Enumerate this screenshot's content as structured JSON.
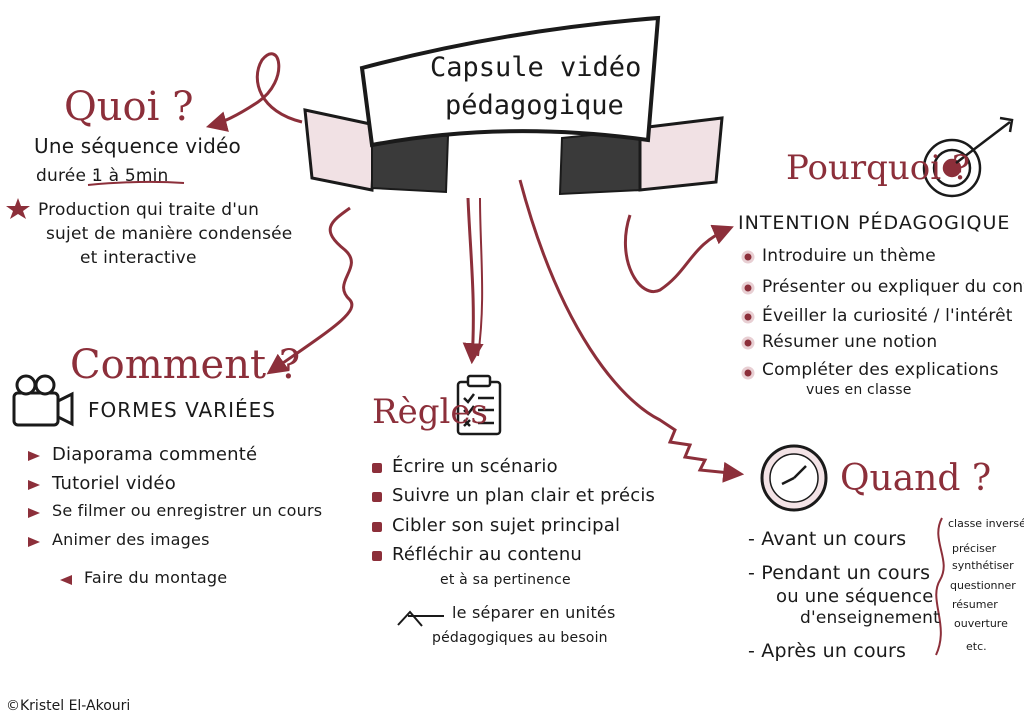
{
  "title": {
    "line1": "Capsule vidéo",
    "line2": "pédagogique"
  },
  "quoi": {
    "heading": "Quoi ?",
    "l1": "Une séquence vidéo",
    "duree_label": "durée :",
    "duree_value": "1 à 5min",
    "production": [
      "Production qui traite d'un",
      "sujet de manière condensée",
      "et interactive"
    ]
  },
  "comment": {
    "heading": "Comment ?",
    "subheading": "FORMES VARIÉES",
    "items": [
      "Diaporama commenté",
      "Tutoriel vidéo",
      "Se filmer ou enregistrer un cours",
      "Animer des images"
    ],
    "subitem": "Faire du montage"
  },
  "regles": {
    "heading": "Règles",
    "items": [
      "Écrire un scénario",
      "Suivre un plan clair et précis",
      "Cibler son sujet principal",
      "Réfléchir au contenu"
    ],
    "item4_cont": "et à sa pertinence",
    "arrow_note": [
      "le séparer en unités",
      "pédagogiques au besoin"
    ]
  },
  "pourquoi": {
    "heading": "Pourquoi ?",
    "subheading": "INTENTION PÉDAGOGIQUE",
    "items": [
      "Introduire un thème",
      "Présenter ou expliquer du contenu",
      "Éveiller la curiosité / l'intérêt",
      "Résumer une notion",
      "Compléter des explications"
    ],
    "item5_cont": "vues en classe"
  },
  "quand": {
    "heading": "Quand ?",
    "avant": "- Avant un cours",
    "pendant": [
      "- Pendant un cours",
      "ou une séquence",
      "d'enseignement"
    ],
    "apres": "- Après un cours",
    "side": [
      "classe inversée",
      "préciser",
      "synthétiser",
      "questionner",
      "résumer",
      "ouverture",
      "etc."
    ]
  },
  "credit": "©Kristel El-Akouri",
  "colors": {
    "accent": "#8c2f3a",
    "ink": "#1a1a1a",
    "pink": "#e8cfd3"
  }
}
